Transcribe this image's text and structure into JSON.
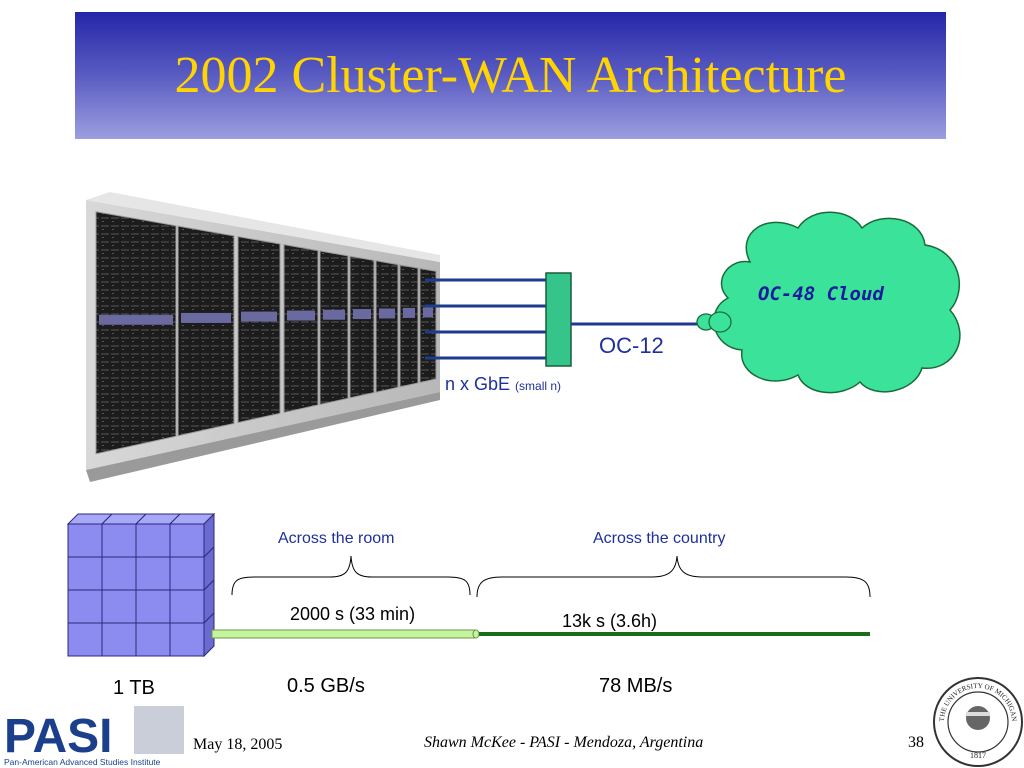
{
  "slide": {
    "title": "2002 Cluster-WAN Architecture",
    "colors": {
      "title_bg_top": "#2426a8",
      "title_text": "#ffd400",
      "link_blue": "#1f3b8c",
      "cloud_fill": "#3be39a",
      "switch_fill": "#35c48a",
      "room_link": "#c6f49e",
      "country_link": "#1a6b1a",
      "disk_fill": "#8c8cf0"
    }
  },
  "network": {
    "link_label": "n x GbE",
    "link_label_small": "(small n)",
    "uplink_label": "OC-12",
    "cloud_label": "OC-48 Cloud"
  },
  "transfer": {
    "storage_label": "1 TB",
    "room_label": "Across the room",
    "country_label": "Across the country",
    "room_time": "2000 s (33 min)",
    "country_time": "13k s (3.6h)",
    "room_rate": "0.5 GB/s",
    "country_rate": "78 MB/s"
  },
  "footer": {
    "logo_text": "PASI",
    "logo_subtitle": "Pan-American Advanced Studies Institute",
    "date": "May 18, 2005",
    "author": "Shawn McKee - PASI - Mendoza, Argentina",
    "page": "38",
    "seal_top_text": "THE UNIVERSITY OF MICHIGAN",
    "seal_year": "1817",
    "icons": {
      "server_rack": "server-rack-image",
      "cloud": "cloud-icon",
      "storage": "storage-cube-icon",
      "seal": "university-seal-icon"
    }
  }
}
